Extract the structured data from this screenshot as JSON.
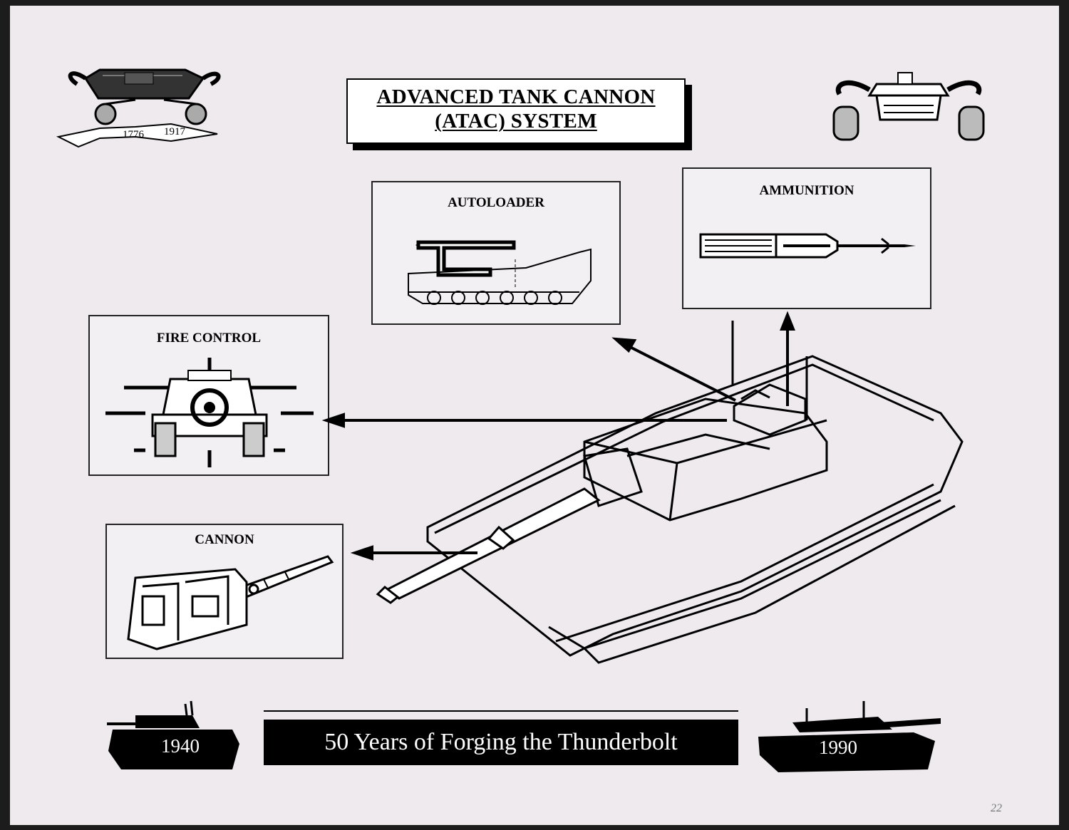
{
  "title": {
    "line1": "ADVANCED TANK CANNON",
    "line2": "(ATAC) SYSTEM"
  },
  "panels": {
    "autoloader": "AUTOLOADER",
    "ammunition": "AMMUNITION",
    "fire_control": "FIRE CONTROL",
    "cannon": "CANNON"
  },
  "emblem": {
    "year_left": "1776",
    "year_right": "1917"
  },
  "footer": {
    "banner": "50 Years of Forging the Thunderbolt",
    "year_left": "1940",
    "year_right": "1990"
  },
  "page_mark": "22",
  "colors": {
    "paper": "#eeeaee",
    "ink": "#000000",
    "scan_border": "#1c1c1c"
  }
}
